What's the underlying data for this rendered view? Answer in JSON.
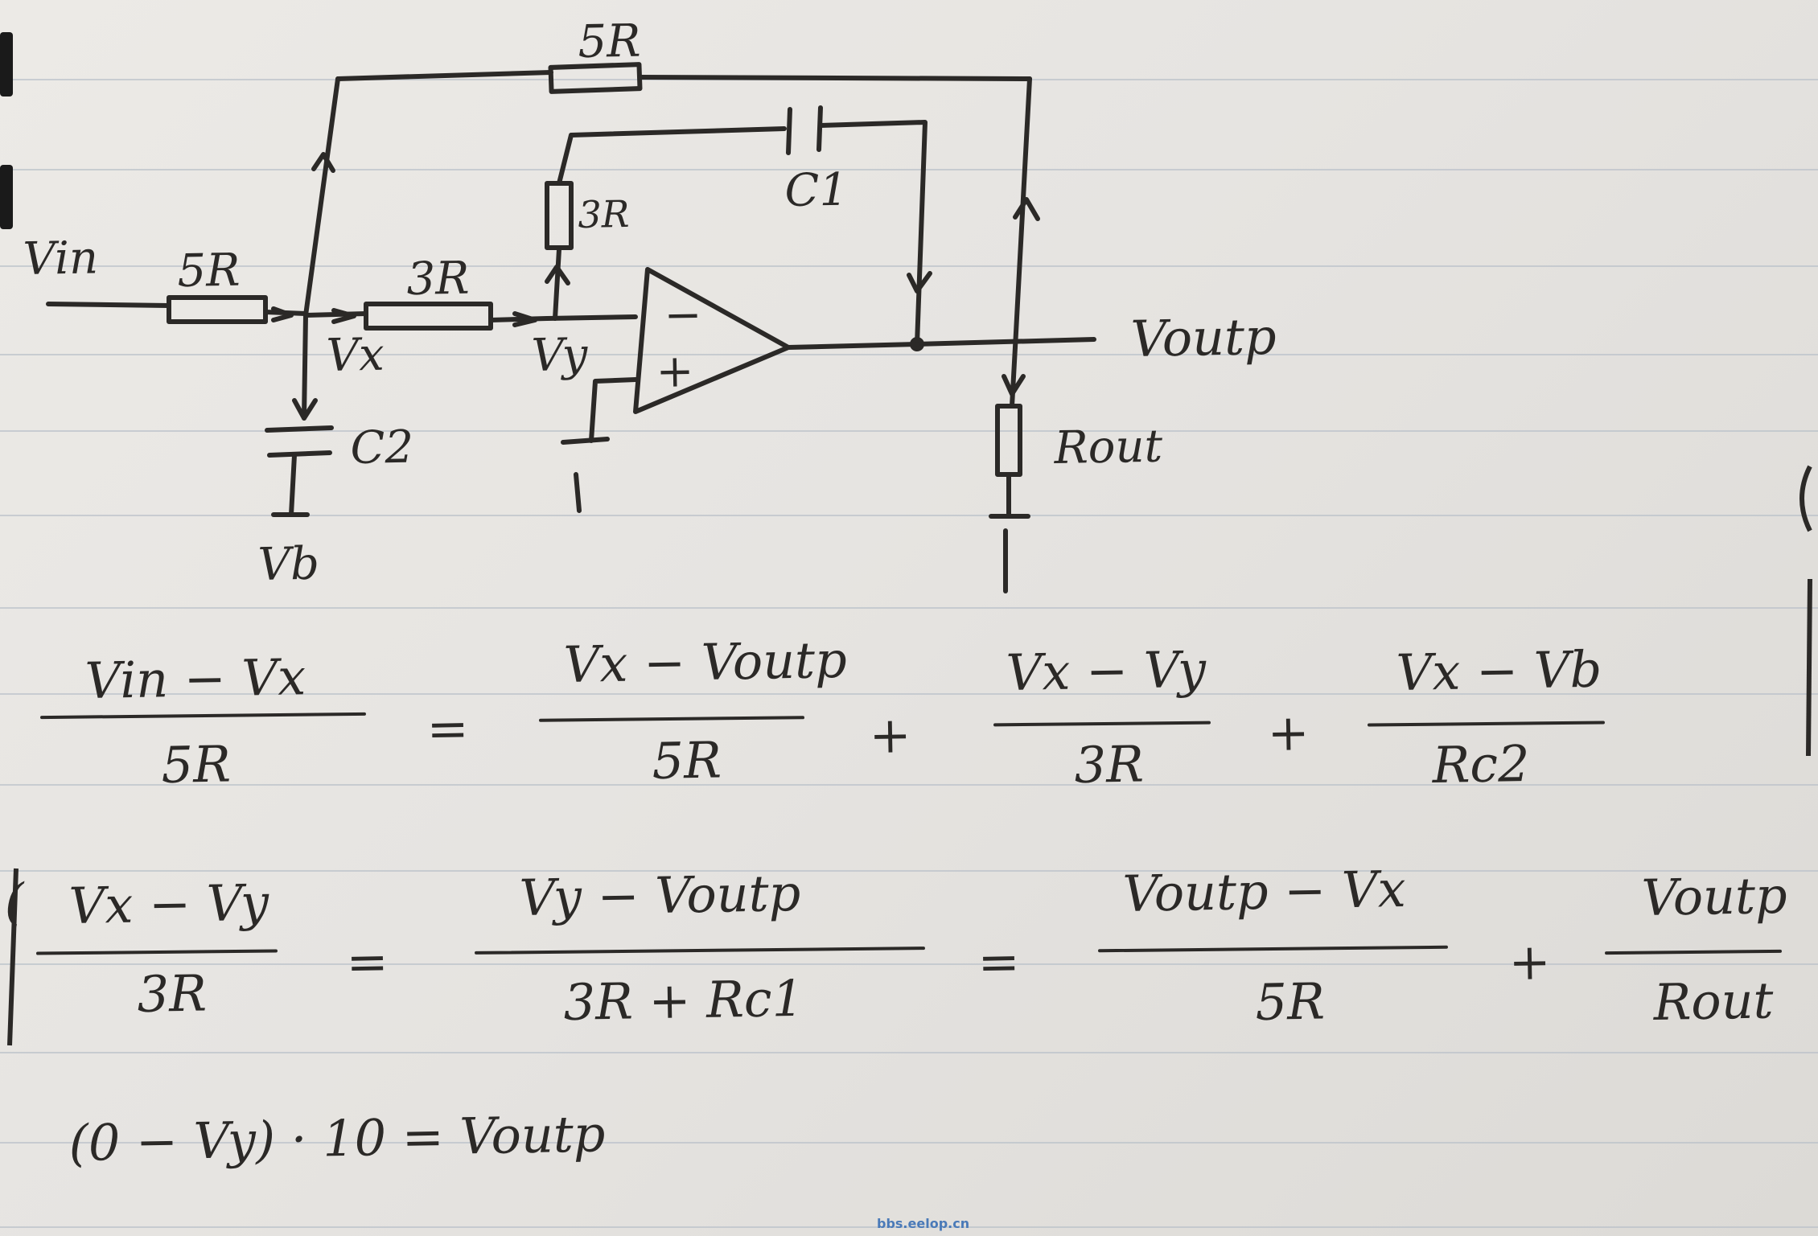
{
  "circuit": {
    "labels": {
      "vin": "Vin",
      "r_input": "5R",
      "r_feedback_top": "5R",
      "r_series": "3R",
      "r_vertical": "3R",
      "c1": "C1",
      "c2": "C2",
      "vx": "Vx",
      "vy": "Vy",
      "vout": "Voutp",
      "rout": "Rout",
      "vb": "Vb",
      "opamp_minus": "−",
      "opamp_plus": "+",
      "ground_mark_1": "|",
      "ground_mark_2": "|"
    }
  },
  "equations": {
    "eq1": {
      "lhs_num": "Vin − Vx",
      "lhs_den": "5R",
      "eq": "=",
      "t1_num": "Vx − Voutp",
      "t1_den": "5R",
      "plus1": "+",
      "t2_num": "Vx − Vy",
      "t2_den": "3R",
      "plus2": "+",
      "t3_num": "Vx − Vb",
      "t3_den": "Rc2"
    },
    "eq2": {
      "brace": "(",
      "lhs_num": "Vx − Vy",
      "lhs_den": "3R",
      "eq1": "=",
      "t1_num": "Vy − Voutp",
      "t1_den": "3R + Rc1",
      "eq2": "=",
      "t2_num": "Voutp − Vx",
      "t2_den": "5R",
      "plus": "+",
      "t3_num": "Voutp",
      "t3_den": "Rout"
    },
    "eq3": "(0 − Vy) · 10 = Voutp"
  },
  "watermark": "bbs.eelop.cn"
}
